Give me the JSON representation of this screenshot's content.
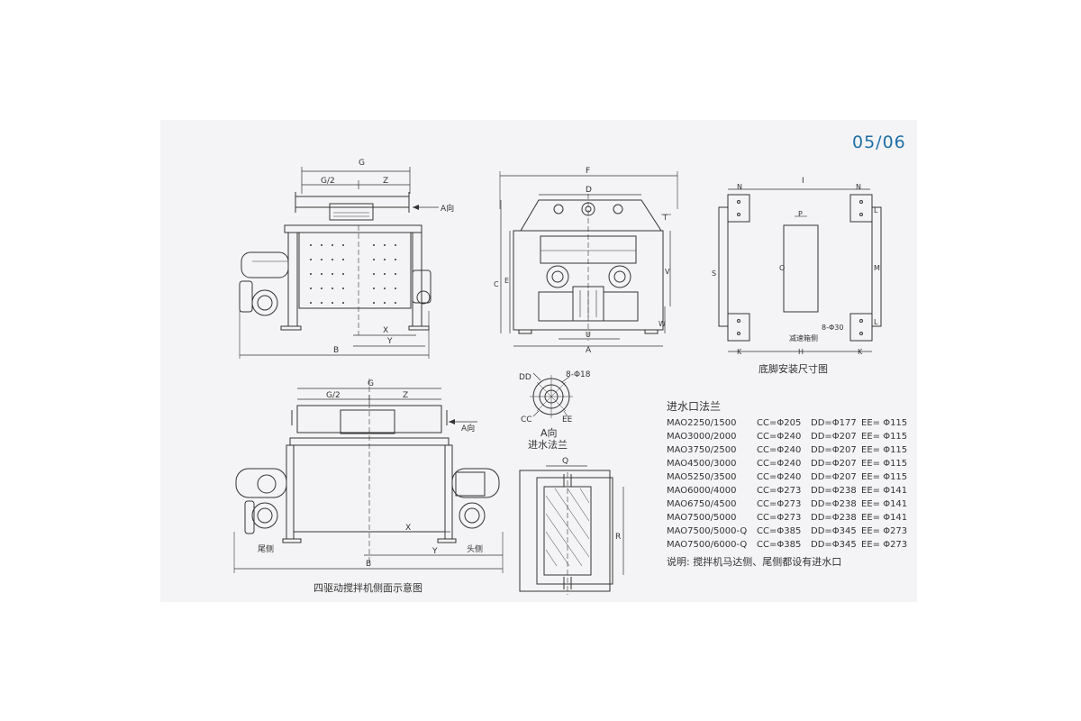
{
  "page_number": "05/06",
  "top_front_labels": {
    "G": "G",
    "G2": "G/2",
    "Z": "Z",
    "arrow": "A向",
    "X": "X",
    "Y": "Y",
    "B": "B"
  },
  "end_view_labels": {
    "F": "F",
    "D": "D",
    "E": "E",
    "C": "C",
    "V": "V",
    "T": "T",
    "W": "W",
    "U": "U",
    "A": "A"
  },
  "foot_plan": {
    "caption": "底脚安装尺寸图",
    "labels": {
      "I": "I",
      "N1": "N",
      "N2": "N",
      "P": "P",
      "S": "S",
      "O": "O",
      "L1": "L",
      "M": "M",
      "L2": "L",
      "H": "H",
      "K1": "K",
      "K2": "K",
      "holes": "8-Φ30",
      "gearbox_side": "减速箱侧"
    }
  },
  "side_view": {
    "caption": "四驱动搅拌机侧面示意图",
    "labels": {
      "G": "G",
      "G2": "G/2",
      "Z": "Z",
      "arrow": "A向",
      "X": "X",
      "Y": "Y",
      "B": "B",
      "tail": "尾侧",
      "head": "头侧"
    }
  },
  "flange_view": {
    "labels": {
      "DD": "DD",
      "holes": "8-Φ18",
      "CC": "CC",
      "EE": "EE",
      "direction": "A向",
      "name": "进水法兰"
    }
  },
  "section_view": {
    "labels": {
      "Q": "Q",
      "R": "R"
    }
  },
  "flange_table": {
    "title": "进水口法兰",
    "rows": [
      {
        "model": "MAO2250/1500",
        "cc": "CC=Φ205",
        "dd": "DD=Φ177",
        "ee": "EE= Φ115"
      },
      {
        "model": "MAO3000/2000",
        "cc": "CC=Φ240",
        "dd": "DD=Φ207",
        "ee": "EE= Φ115"
      },
      {
        "model": "MAO3750/2500",
        "cc": "CC=Φ240",
        "dd": "DD=Φ207",
        "ee": "EE= Φ115"
      },
      {
        "model": "MAO4500/3000",
        "cc": "CC=Φ240",
        "dd": "DD=Φ207",
        "ee": "EE= Φ115"
      },
      {
        "model": "MAO5250/3500",
        "cc": "CC=Φ240",
        "dd": "DD=Φ207",
        "ee": "EE= Φ115"
      },
      {
        "model": "MAO6000/4000",
        "cc": "CC=Φ273",
        "dd": "DD=Φ238",
        "ee": "EE= Φ141"
      },
      {
        "model": "MAO6750/4500",
        "cc": "CC=Φ273",
        "dd": "DD=Φ238",
        "ee": "EE= Φ141"
      },
      {
        "model": "MAO7500/5000",
        "cc": "CC=Φ273",
        "dd": "DD=Φ238",
        "ee": "EE= Φ141"
      },
      {
        "model": "MAO7500/5000-Q",
        "cc": "CC=Φ385",
        "dd": "DD=Φ345",
        "ee": "EE= Φ273"
      },
      {
        "model": "MAO7500/6000-Q",
        "cc": "CC=Φ385",
        "dd": "DD=Φ345",
        "ee": "EE= Φ273"
      }
    ],
    "note": "说明: 搅拌机马达侧、尾侧都设有进水口"
  }
}
